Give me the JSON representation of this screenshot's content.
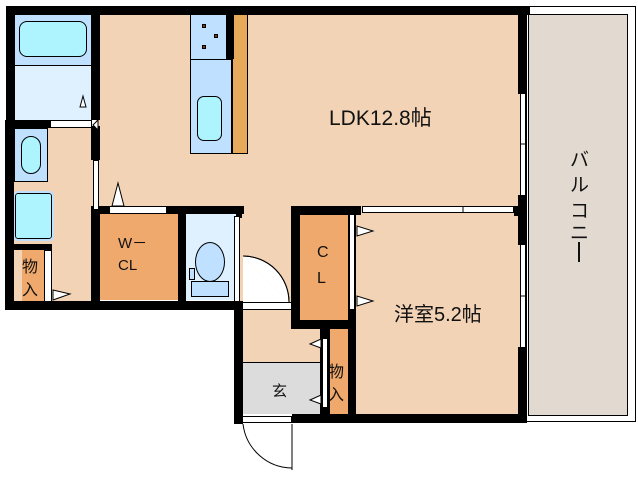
{
  "floorplan": {
    "rooms": {
      "ldk": {
        "label": "LDK12.8帖"
      },
      "western_room": {
        "label": "洋室5.2帖"
      },
      "balcony": {
        "label": "バルコニー",
        "chars": [
          "バ",
          "ル",
          "コ",
          "ニ",
          "ー"
        ]
      },
      "walk_in_closet": {
        "label_line1": "W－",
        "label_line2": "CL"
      },
      "closet": {
        "label_line1": "C",
        "label_line2": "L"
      },
      "storage_left": {
        "label_line1": "物",
        "label_line2": "入"
      },
      "storage_entrance": {
        "label_line1": "物",
        "label_line2": "入"
      },
      "entrance": {
        "label": "玄"
      },
      "bathroom": {
        "label": ""
      },
      "washroom": {
        "label": ""
      },
      "toilet": {
        "label": ""
      }
    },
    "colors": {
      "floor": "#f2d3b6",
      "closet": "#f0a96c",
      "wet_area": "#dff1ff",
      "fixture_blue": "#bfe0ff",
      "fixture_cyan": "#aef4ff",
      "balcony": "#e2d9d0",
      "entrance": "#dcdcdc",
      "counter_wood": "#e7aa5a",
      "wall": "#000000"
    }
  }
}
